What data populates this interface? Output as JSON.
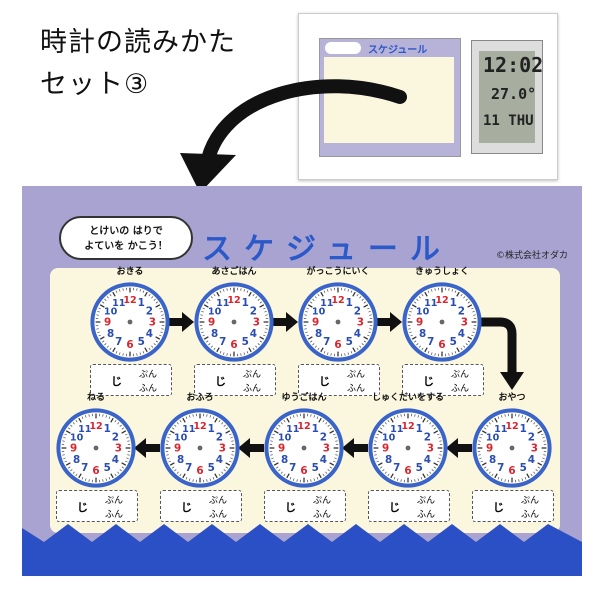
{
  "heading": {
    "line1": "時計の読みかた",
    "line2": "セット③"
  },
  "product_photo": {
    "lcd_time": "12:02",
    "lcd_temp": "27.0°",
    "lcd_day": "11 THU",
    "mini_title": "スケジュール"
  },
  "poster": {
    "bubble_line1": "とけいの はりで",
    "bubble_line2": "よていを かこう！",
    "title": "スケジュール",
    "copyright": "©株式会社オダカ",
    "answer_hour_unit": "じ",
    "answer_minute_unit": "ぷん",
    "answer_minute_unit_alt": "ふん",
    "row1": [
      {
        "label": "おきる"
      },
      {
        "label": "あさごはん"
      },
      {
        "label": "がっこうにいく"
      },
      {
        "label": "きゅうしょく"
      }
    ],
    "row2": [
      {
        "label": "ねる"
      },
      {
        "label": "おふろ"
      },
      {
        "label": "ゆうごはん"
      },
      {
        "label": "しゅくだいをする"
      },
      {
        "label": "おやつ"
      }
    ],
    "clock_numbers": [
      "12",
      "1",
      "2",
      "3",
      "4",
      "5",
      "6",
      "7",
      "8",
      "9",
      "10",
      "11"
    ],
    "colors": {
      "background": "#a8a3d0",
      "panel": "#fbf7de",
      "title": "#2b59c9",
      "dial_ring": "#3a64c8",
      "numeral_red": "#d8262e",
      "numeral_blue": "#2a4db5",
      "wave": "#2b4fc4"
    }
  }
}
